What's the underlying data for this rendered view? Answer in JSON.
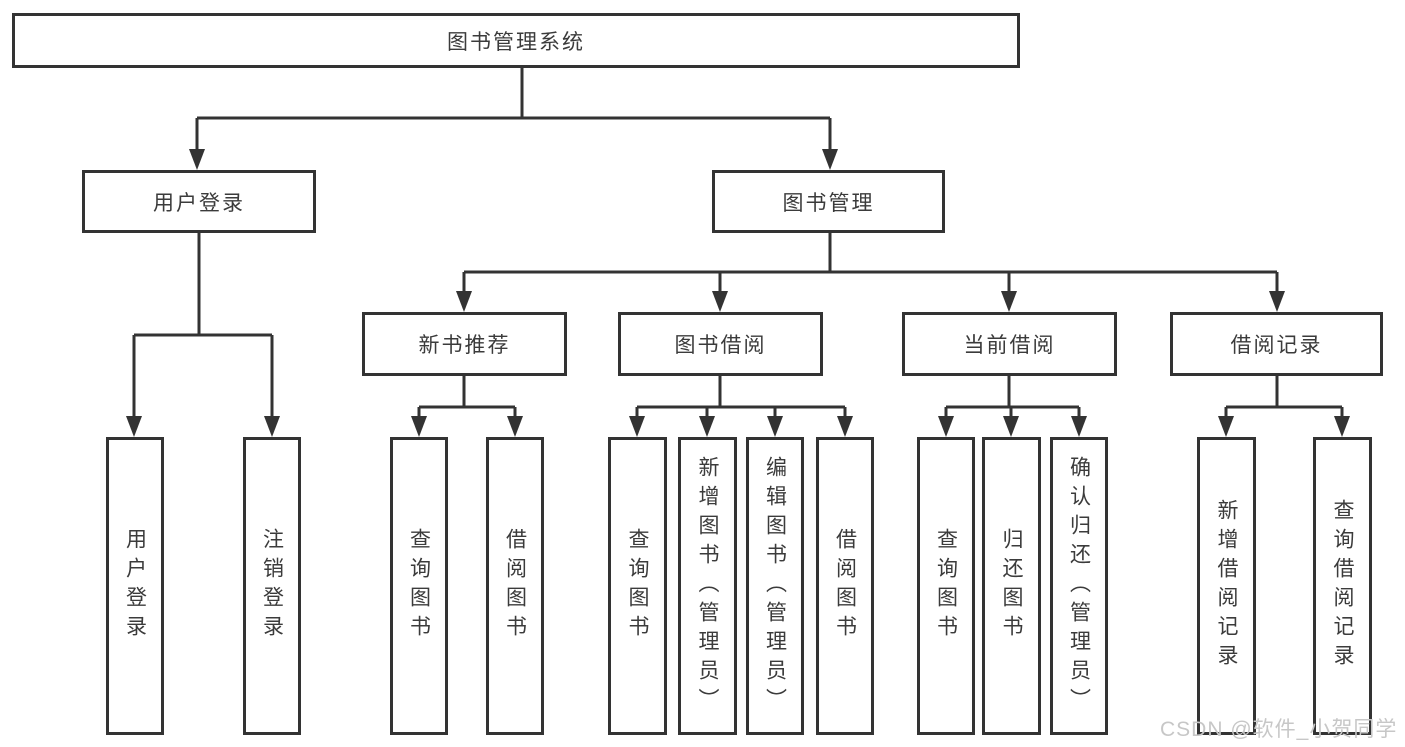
{
  "watermark": "CSDN @软件_小贺同学",
  "tree": {
    "label": "图书管理系统",
    "children": [
      {
        "label": "用户登录",
        "children": [
          {
            "label": "用户登录"
          },
          {
            "label": "注销登录"
          }
        ]
      },
      {
        "label": "图书管理",
        "children": [
          {
            "label": "新书推荐",
            "children": [
              {
                "label": "查询图书"
              },
              {
                "label": "借阅图书"
              }
            ]
          },
          {
            "label": "图书借阅",
            "children": [
              {
                "label": "查询图书"
              },
              {
                "label": "新增图书（管理员）"
              },
              {
                "label": "编辑图书（管理员）"
              },
              {
                "label": "借阅图书"
              }
            ]
          },
          {
            "label": "当前借阅",
            "children": [
              {
                "label": "查询图书"
              },
              {
                "label": "归还图书"
              },
              {
                "label": "确认归还（管理员）"
              }
            ]
          },
          {
            "label": "借阅记录",
            "children": [
              {
                "label": "新增借阅记录"
              },
              {
                "label": "查询借阅记录"
              }
            ]
          }
        ]
      }
    ]
  },
  "colors": {
    "line": "#333333",
    "border": "#333333",
    "text": "#3b3b3b",
    "watermark": "#c7c7c7",
    "background": "#ffffff"
  }
}
